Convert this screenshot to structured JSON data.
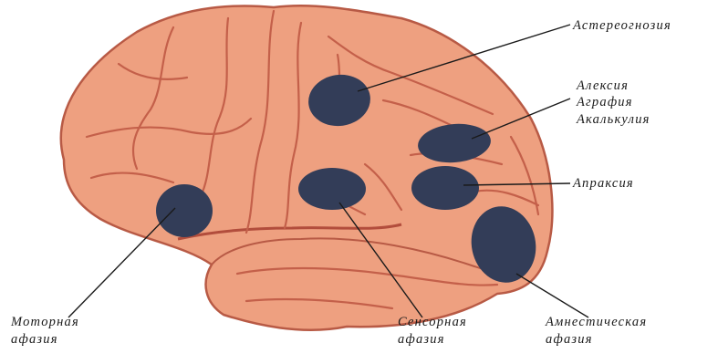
{
  "labels": {
    "astereognosis": "Астереогнозия",
    "alexia": "Алексия",
    "agraphia": "Аграфия",
    "acalculia": "Акалькулия",
    "apraxia": "Апраксия",
    "motor_aphasia_line1": "Моторная",
    "motor_aphasia_line2": "афазия",
    "sensory_aphasia_line1": "Сенсорная",
    "sensory_aphasia_line2": "афазия",
    "amnestic_aphasia_line1": "Амнестическая",
    "amnestic_aphasia_line2": "афазия"
  },
  "colors": {
    "brain_fill": "#eea080",
    "brain_outline": "#b85a45",
    "sulci": "#c4604a",
    "lesion": "#333d58",
    "leader_line": "#1a1a1a"
  }
}
